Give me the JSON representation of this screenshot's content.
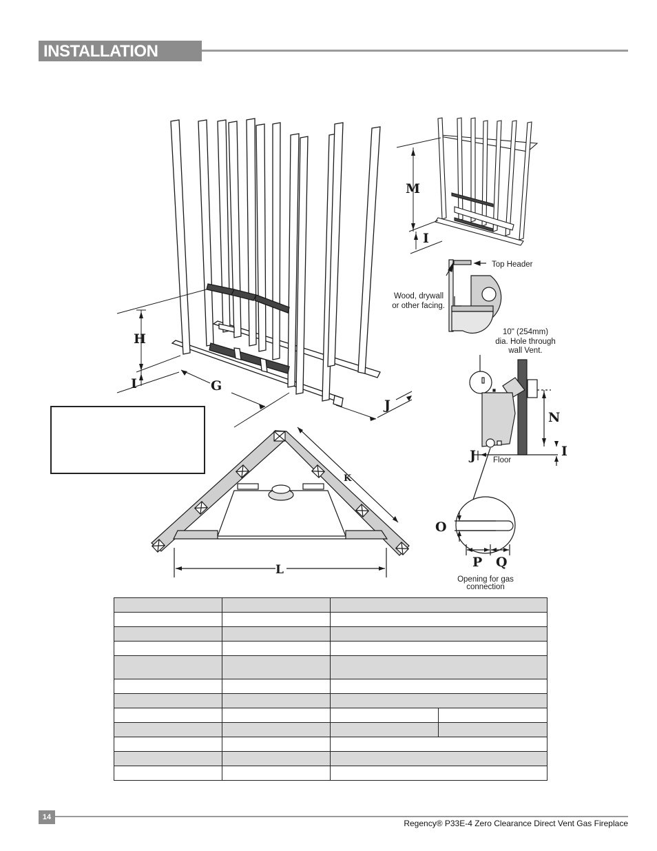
{
  "header": {
    "title": "INSTALLATION"
  },
  "labels": {
    "H": "H",
    "I": "I",
    "G": "G",
    "J": "J",
    "M": "M",
    "N": "N",
    "K": "K",
    "L": "L",
    "O": "O",
    "P": "P",
    "Q": "Q"
  },
  "callouts": {
    "top_header": "Top Header",
    "facing_line1": "Wood, drywall",
    "facing_line2": "or other facing.",
    "hole_line1": "10\" (254mm)",
    "hole_line2": "dia. Hole through",
    "hole_line3": "wall Vent.",
    "floor": "Floor",
    "gas_line1": "Opening for gas",
    "gas_line2": "connection"
  },
  "footer": {
    "page_number": "14",
    "product": "Regency® P33E-4 Zero Clearance Direct Vent Gas Fireplace"
  }
}
